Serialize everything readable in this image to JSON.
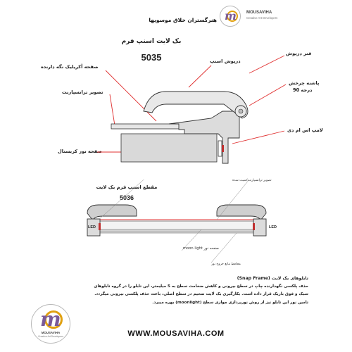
{
  "header": {
    "persian_title": "هنرگستران خلاق موسویها",
    "brand": "MOUSAVIHA",
    "tagline": "Creative Art Developers"
  },
  "product": {
    "title": "بک لایت اسنپ فرم",
    "model": "5035"
  },
  "profile_labels": {
    "acrylic_holder": "صفحه آکریلیک نگه دارنده",
    "transparent_image": "تصویر ترانسپارنت",
    "crystal_light_plate": "صفحه نور کریستال",
    "snap_latch": "درپوش اسنپ",
    "latch_spring": "فنر درپوش",
    "hinge_angle_line1": "پاشنه چرخش",
    "hinge_angle_line2": "90 درجه",
    "led_lamp": "لامپ اس ام دی"
  },
  "section": {
    "title": "مقطع اسنپ فرم بک لایت",
    "model": "5036",
    "led_left": "LED",
    "led_right": "LED",
    "label_transparent_sheet": "تصویر ترانسپارنت/شیت شده",
    "label_moon_light": "صفحه نور moon light",
    "label_back_panel": "محافظ مانع خروج نور"
  },
  "description": {
    "heading": "تابلوهای بک لایت (Snap Frame)",
    "line1": "حذف پلکسی نگهدارنده چاپ در سطح بیرونی و کاهش ضخامت سطح به 5 میلیمتر، این تابلو را در گروه تابلوهای",
    "line2": "سبک و فوق باریک قرار داده است. بکارگیری بک لایت ضخیم در سطح اصلی، باعث حذف پلکسی بیرونی میگردد.",
    "line3": "تامین نور این تابلو نیز از روش نوریردازی موازی سطح (moonlight) بهره میبرد."
  },
  "footer": {
    "website": "WWW.MOUSAVIHA.COM",
    "brand": "MOUSAVIHA",
    "tagline": "Creative Art Developers"
  },
  "colors": {
    "profile": "#d8d8d8",
    "profile_stroke": "#333333",
    "leader_line": "#e03030",
    "led_strip": "#c03030",
    "logo_purple": "#7a5a98",
    "logo_gold": "#e0a010"
  }
}
